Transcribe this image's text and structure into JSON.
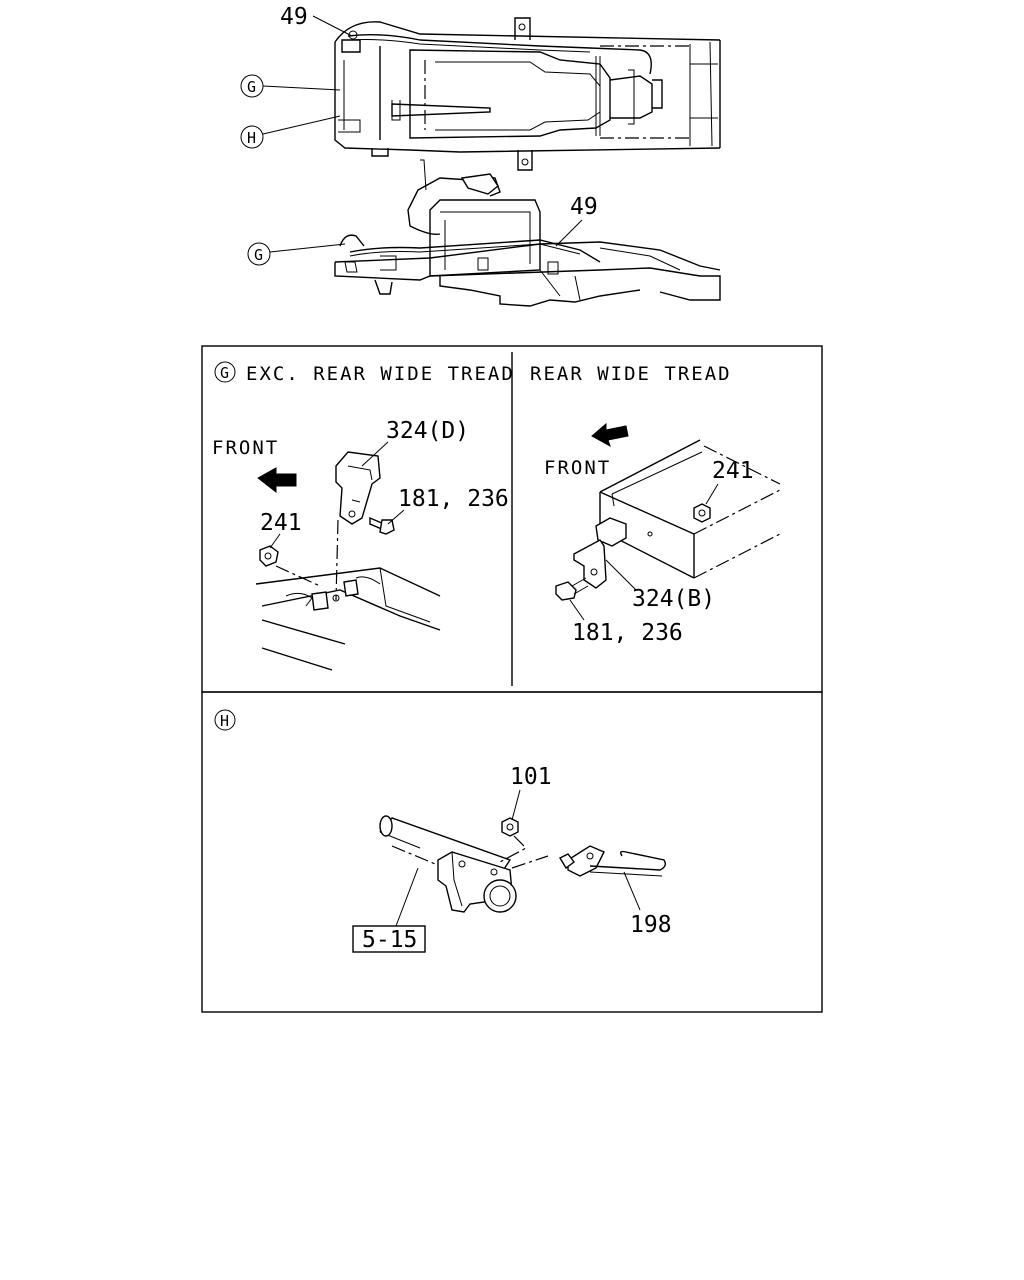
{
  "callouts": {
    "top_49": "49",
    "top_g": "G",
    "top_h": "H",
    "mid_g": "G",
    "mid_49": "49"
  },
  "panel_g": {
    "marker": "G",
    "left_title": "EXC. REAR WIDE TREAD",
    "right_title": "REAR WIDE TREAD",
    "left": {
      "front": "FRONT",
      "bracket": "324(D)",
      "bolt": "181, 236",
      "nut": "241"
    },
    "right": {
      "front": "FRONT",
      "nut": "241",
      "bracket": "324(B)",
      "bolt": "181, 236"
    }
  },
  "panel_h": {
    "marker": "H",
    "nut": "101",
    "ref_box": "5-15",
    "cable": "198"
  }
}
